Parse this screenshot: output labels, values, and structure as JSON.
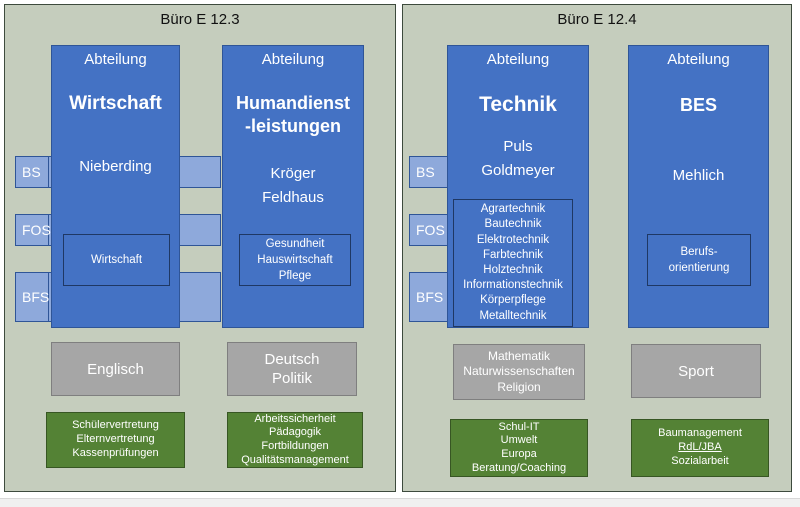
{
  "offices": [
    {
      "title": "Büro E 12.3",
      "rows": [
        "BS",
        "FOS",
        "BFS"
      ],
      "departments": [
        {
          "label": "Abteilung",
          "name_lines": [
            "Wirtschaft"
          ],
          "heads": [
            "Nieberding"
          ],
          "subjects": [
            "Wirtschaft"
          ]
        },
        {
          "label": "Abteilung",
          "name_lines": [
            "Humandienst",
            "-leistungen"
          ],
          "heads": [
            "Kröger",
            "Feldhaus"
          ],
          "subjects": [
            "Gesundheit",
            "Hauswirtschaft",
            "Pflege"
          ]
        }
      ],
      "gray_boxes": [
        {
          "lines": [
            "Englisch"
          ]
        },
        {
          "lines": [
            "Deutsch",
            "Politik"
          ]
        }
      ],
      "green_boxes": [
        {
          "lines": [
            "Schülervertretung",
            "Elternvertretung",
            "Kassenprüfungen"
          ]
        },
        {
          "lines": [
            "Arbeitssicherheit",
            "Pädagogik",
            "Fortbildungen",
            "Qualitätsmanagement"
          ]
        }
      ]
    },
    {
      "title": "Büro E 12.4",
      "rows": [
        "BS",
        "FOS",
        "BFS"
      ],
      "departments": [
        {
          "label": "Abteilung",
          "name_lines": [
            "Technik"
          ],
          "heads": [
            "Puls",
            "Goldmeyer"
          ],
          "subjects": [
            "Agrartechnik",
            "Bautechnik",
            "Elektrotechnik",
            "Farbtechnik",
            "Holztechnik",
            "Informationstechnik",
            "Körperpflege",
            "Metalltechnik"
          ]
        },
        {
          "label": "Abteilung",
          "name_lines": [
            "BES"
          ],
          "heads": [
            "Mehlich"
          ],
          "subjects": [
            "Berufs-",
            "orientierung"
          ]
        }
      ],
      "gray_boxes": [
        {
          "lines": [
            "Mathematik",
            "Naturwissenschaften",
            "Religion"
          ]
        },
        {
          "lines": [
            "Sport"
          ]
        }
      ],
      "green_boxes": [
        {
          "lines": [
            "Schul-IT",
            "Umwelt",
            "Europa",
            "Beratung/Coaching"
          ]
        },
        {
          "lines": [
            "Baumanagement",
            "RdL/JBA",
            "Sozialarbeit"
          ]
        }
      ]
    }
  ],
  "colors": {
    "office_bg": "#c5cdbd",
    "department": "#4472c4",
    "row_strip": "#8ea9db",
    "gray_box": "#a6a6a6",
    "green_box": "#548235"
  }
}
